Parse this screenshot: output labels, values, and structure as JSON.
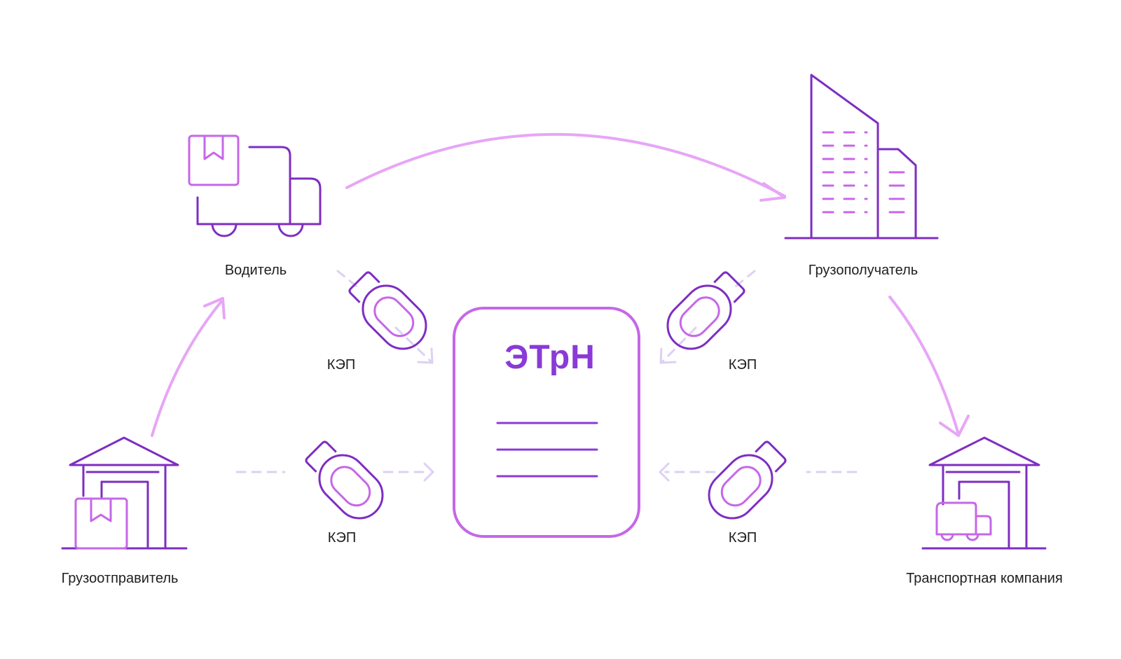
{
  "document": {
    "title": "ЭТрН"
  },
  "nodes": {
    "driver": "Водитель",
    "consignee": "Грузополучатель",
    "shipper": "Грузоотправитель",
    "carrier": "Транспортная компания"
  },
  "signatures": {
    "top_left": "КЭП",
    "top_right": "КЭП",
    "bottom_left": "КЭП",
    "bottom_right": "КЭП"
  },
  "colors": {
    "dark_purple": "#7e2ec2",
    "light_purple": "#c667e8",
    "flow_arrow": "#e7a6f6",
    "dashed_arrow": "#ded0f3",
    "text": "#1e1e1e"
  }
}
